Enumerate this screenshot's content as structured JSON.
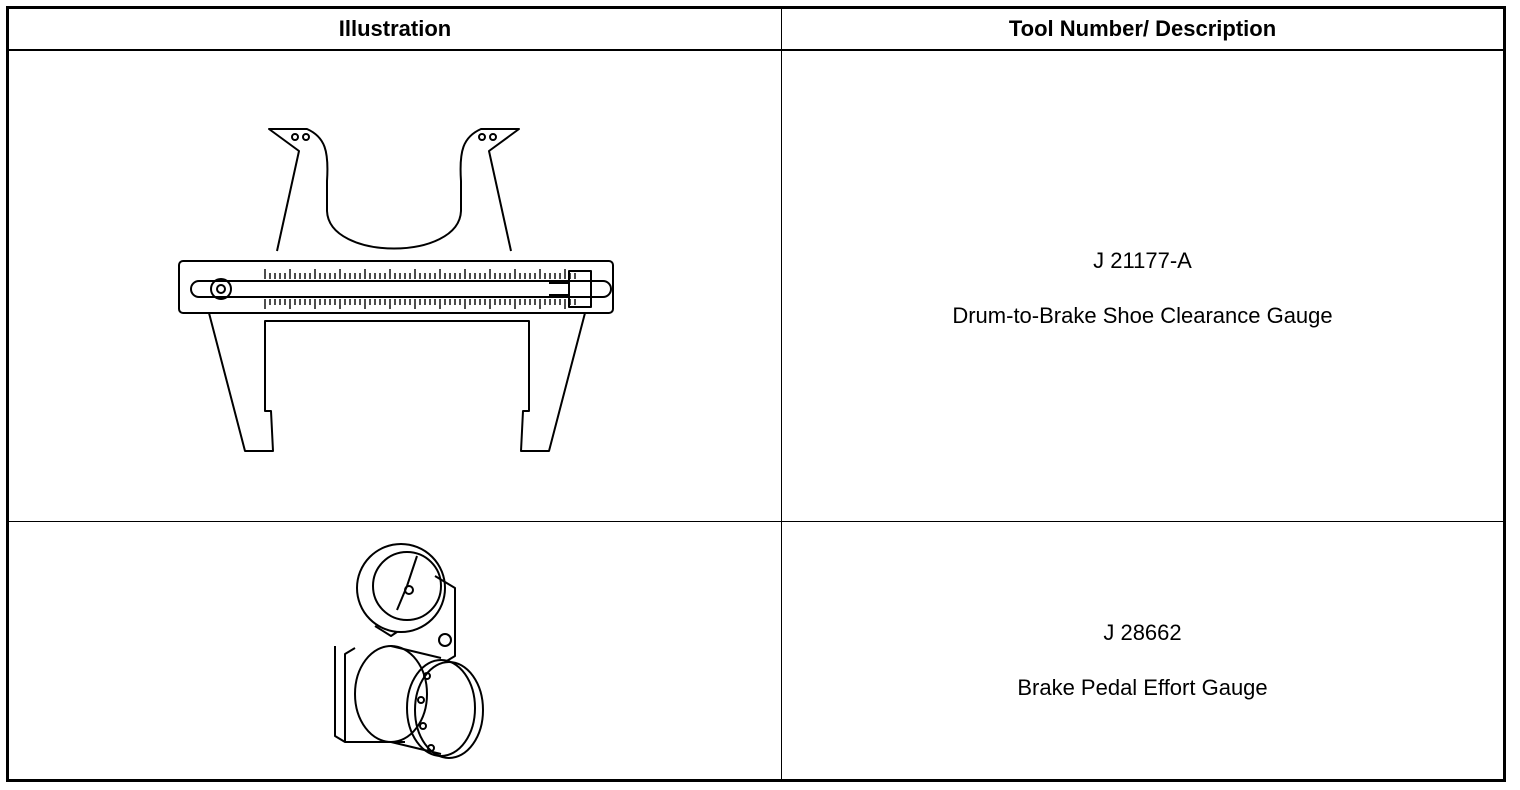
{
  "table": {
    "headers": {
      "illustration": "Illustration",
      "tool": "Tool Number/ Description"
    },
    "rows": [
      {
        "icon": "brake-shoe-clearance-gauge-icon",
        "tool_number": "J 21177-A",
        "description": "Drum-to-Brake Shoe Clearance Gauge"
      },
      {
        "icon": "brake-pedal-effort-gauge-icon",
        "tool_number": "J 28662",
        "description": "Brake Pedal Effort Gauge"
      }
    ]
  }
}
